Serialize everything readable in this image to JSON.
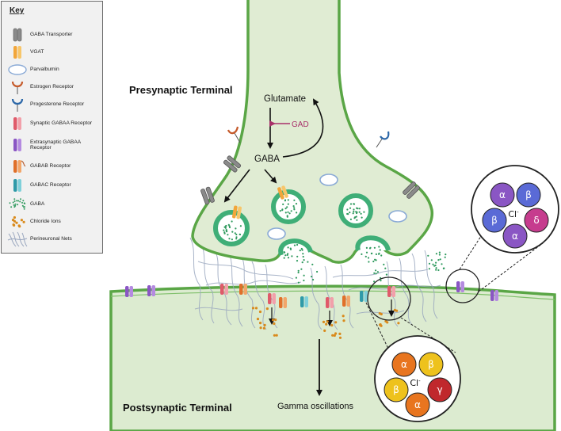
{
  "key": {
    "title": "Key",
    "items": [
      {
        "name": "gaba-transporter",
        "label": "GABA Transporter",
        "icon": "gaba-transporter-icon"
      },
      {
        "name": "vgat",
        "label": "VGAT",
        "icon": "vgat-icon"
      },
      {
        "name": "parvalbumin",
        "label": "Parvalbumin",
        "icon": "parvalbumin-icon"
      },
      {
        "name": "estrogen-receptor",
        "label": "Estrogen Receptor",
        "icon": "estrogen-receptor-icon"
      },
      {
        "name": "progesterone-receptor",
        "label": "Progesterone Receptor",
        "icon": "progesterone-receptor-icon"
      },
      {
        "name": "synaptic-gaba-a-receptor",
        "label": "Synaptic GABAA Receptor",
        "icon": "synaptic-gaba-a-receptor-icon"
      },
      {
        "name": "extrasynaptic-gaba-a-receptor",
        "label": "Extrasynaptic GABAA Receptor",
        "icon": "extrasynaptic-gaba-a-receptor-icon"
      },
      {
        "name": "gaba-b-receptor",
        "label": "GABAB Receptor",
        "icon": "gaba-b-receptor-icon"
      },
      {
        "name": "gaba-c-receptor",
        "label": "GABAC Receptor",
        "icon": "gaba-c-receptor-icon"
      },
      {
        "name": "gaba",
        "label": "GABA",
        "icon": "gaba-dots-icon"
      },
      {
        "name": "chloride-ions",
        "label": "Chloride Ions",
        "icon": "chloride-ions-icon"
      },
      {
        "name": "perineuronal-nets",
        "label": "Perineuronal Nets",
        "icon": "perineuronal-nets-icon"
      }
    ]
  },
  "labels": {
    "presynaptic": "Presynaptic Terminal",
    "postsynaptic": "Postsynaptic Terminal",
    "glutamate": "Glutamate",
    "gad": "GAD",
    "gaba": "GABA",
    "gamma": "Gamma oscillations",
    "chloride": "Cl",
    "chloride_charge": "-"
  },
  "subunits": {
    "extrasynaptic": [
      "α",
      "β",
      "β",
      "δ",
      "α"
    ],
    "synaptic": [
      "α",
      "β",
      "β",
      "γ",
      "α"
    ]
  },
  "colors": {
    "membrane": "#5aa646",
    "cytoplasm": "#e0ecd3",
    "postsynaptic_fill": "#dcebd0",
    "vesicle_ring": "#3fae77",
    "gaba_dot": "#2f9a5e",
    "chloride": "#d98a1c",
    "gad_arrow": "#a8306a",
    "alpha_purple": "#8a56c4",
    "beta_blue": "#5a6ad6",
    "delta_pink": "#c63c8e",
    "alpha_orange": "#e8751f",
    "beta_yellow": "#eec21c",
    "gamma_red": "#c0282c"
  }
}
